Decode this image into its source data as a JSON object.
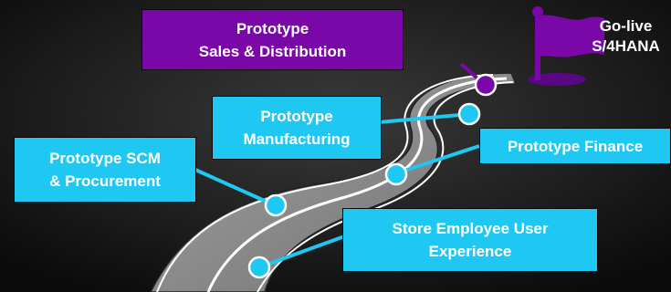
{
  "milestones": [
    {
      "id": "sales",
      "line1": "Prototype",
      "line2": "Sales & Distribution"
    },
    {
      "id": "manufacturing",
      "line1": "Prototype",
      "line2": "Manufacturing"
    },
    {
      "id": "finance",
      "line1": "Prototype Finance"
    },
    {
      "id": "scm",
      "line1": "Prototype SCM",
      "line2": "& Procurement"
    },
    {
      "id": "store",
      "line1": "Store Employee User",
      "line2": "Experience"
    }
  ],
  "golive": {
    "line1": "Go-live",
    "line2": "S/4HANA"
  },
  "colors": {
    "cyan": "#1ec8f2",
    "purple": "#7a07a8",
    "road": "#8c8c8c",
    "background": "#111111"
  },
  "icons": {
    "flag": "flag-icon"
  }
}
